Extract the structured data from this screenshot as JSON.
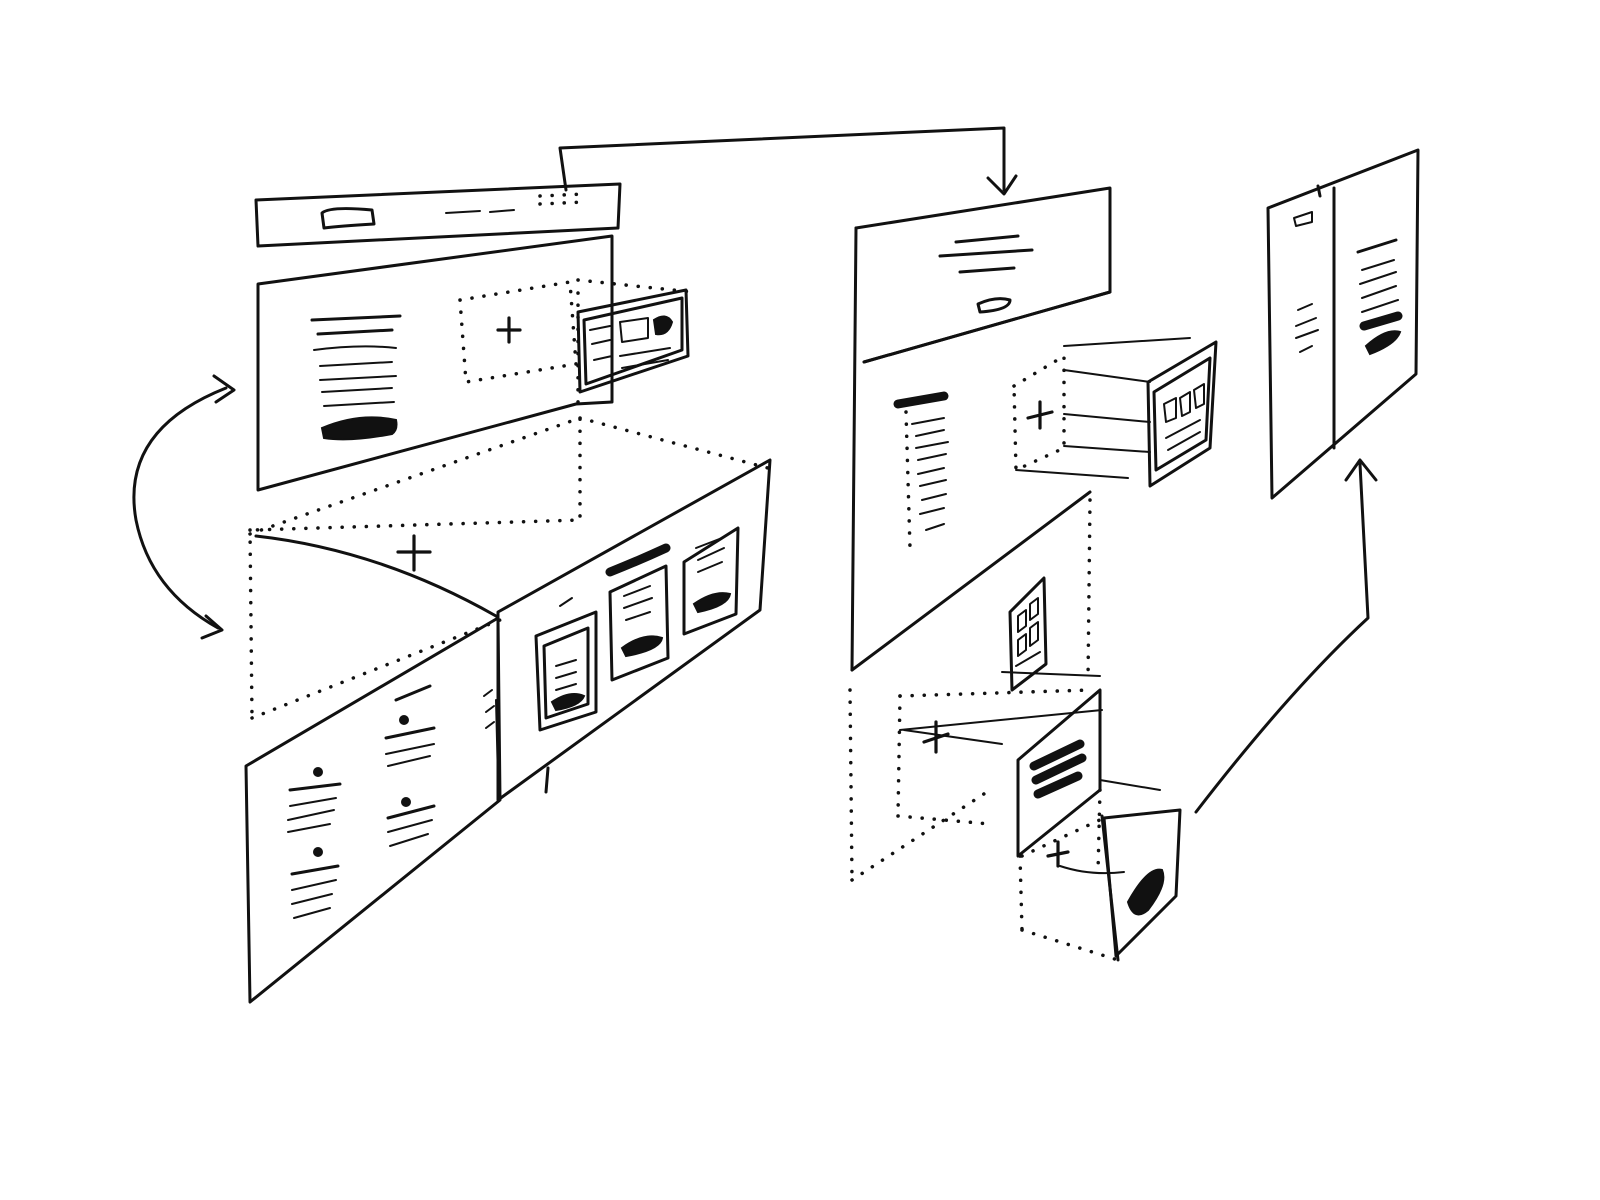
{
  "style": {
    "ink": "#111111",
    "paper": "#ffffff"
  },
  "panels": [
    "top-nav-bar",
    "hero-panel",
    "hero-media-placeholder",
    "hero-media-card",
    "middle-placeholder",
    "card-row",
    "bottom-list-panel",
    "center-page-header",
    "center-page-body",
    "center-media-placeholder",
    "center-media-card",
    "center-grid-card",
    "stacked-overlay",
    "overlay-card",
    "overlay-button-card",
    "right-split-page"
  ],
  "icons": [
    "plus-icon",
    "arrow-icon",
    "image-icon",
    "button-pill-icon"
  ],
  "arrows": [
    "top-bracket-arrow-to-center-page",
    "left-curved-double-arrow",
    "right-up-arrow-to-split-page"
  ]
}
